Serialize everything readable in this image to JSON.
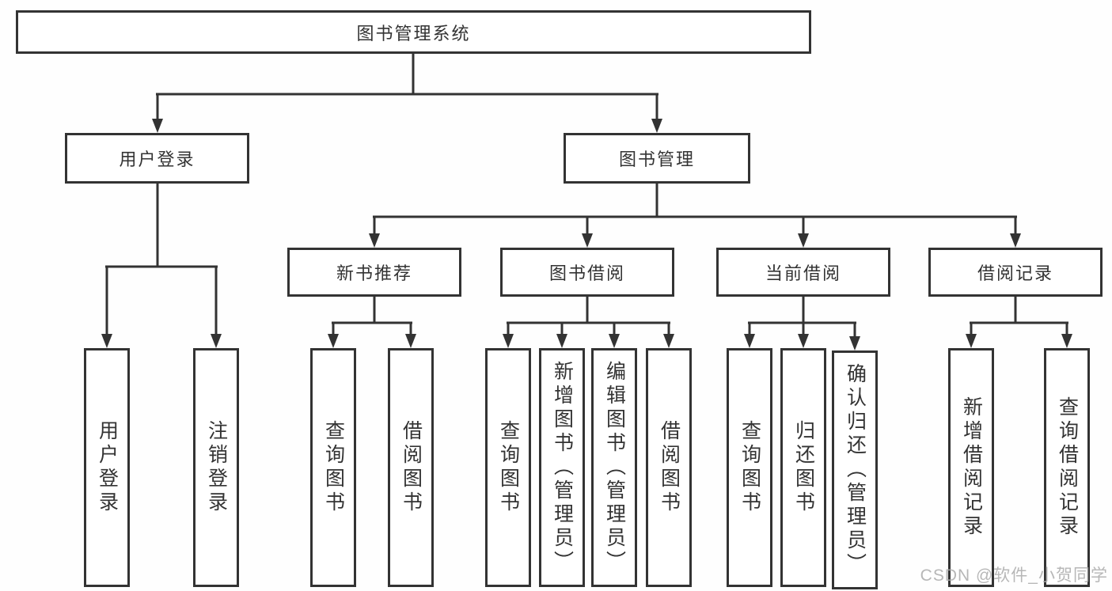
{
  "root": {
    "label": "图书管理系统"
  },
  "branches": [
    {
      "label": "用户登录",
      "leaves": [
        {
          "label": "用户登录"
        },
        {
          "label": "注销登录"
        }
      ]
    },
    {
      "label": "图书管理",
      "children": [
        {
          "label": "新书推荐",
          "leaves": [
            {
              "label": "查询图书"
            },
            {
              "label": "借阅图书"
            }
          ]
        },
        {
          "label": "图书借阅",
          "leaves": [
            {
              "label": "查询图书"
            },
            {
              "label": "新增图书（管理员）"
            },
            {
              "label": "编辑图书（管理员）"
            },
            {
              "label": "借阅图书"
            }
          ]
        },
        {
          "label": "当前借阅",
          "leaves": [
            {
              "label": "查询图书"
            },
            {
              "label": "归还图书"
            },
            {
              "label": "确认归还（管理员）"
            }
          ]
        },
        {
          "label": "借阅记录",
          "leaves": [
            {
              "label": "新增借阅记录"
            },
            {
              "label": "查询借阅记录"
            }
          ]
        }
      ]
    }
  ],
  "watermark": {
    "text": "CSDN @软件_小贺同学"
  },
  "colors": {
    "line": "#333333",
    "text": "#333333",
    "box_background": "#ffffff",
    "page_background": "#fefefe",
    "watermark": "#aaaaaa"
  }
}
